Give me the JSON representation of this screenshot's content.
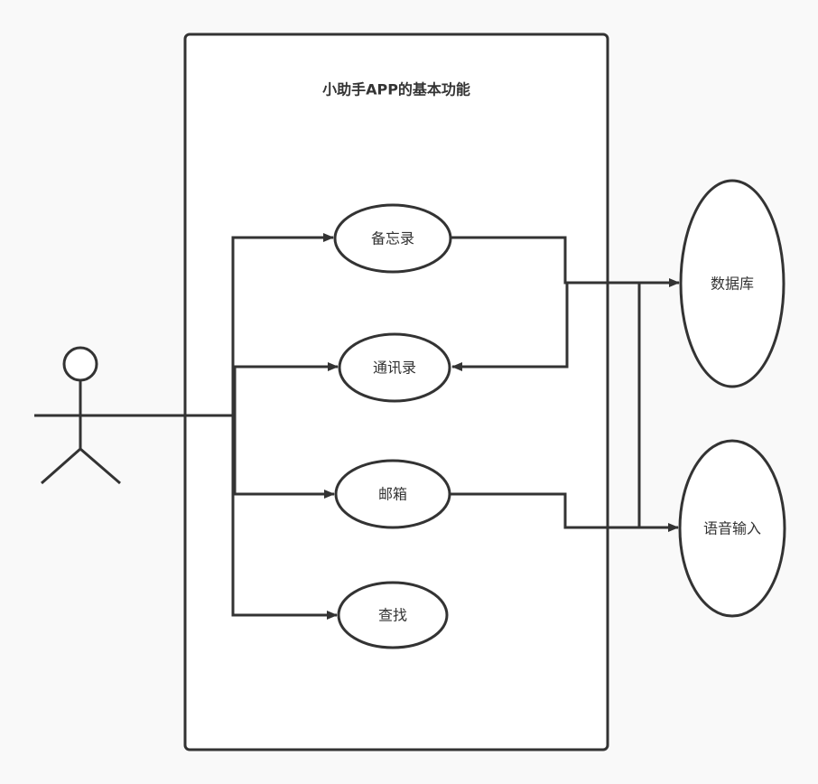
{
  "diagram": {
    "type": "uml-use-case",
    "system_boundary": {
      "title": "小助手APP的基本功能"
    },
    "actor": {
      "label": ""
    },
    "use_cases": [
      {
        "id": "memo",
        "label": "备忘录"
      },
      {
        "id": "contacts",
        "label": "通讯录"
      },
      {
        "id": "mailbox",
        "label": "邮箱"
      },
      {
        "id": "search",
        "label": "查找"
      }
    ],
    "external_systems": [
      {
        "id": "database",
        "label": "数据库"
      },
      {
        "id": "voice_input",
        "label": "语音输入"
      }
    ],
    "connections": [
      {
        "from": "actor",
        "to": "memo",
        "arrow": "end"
      },
      {
        "from": "actor",
        "to": "contacts",
        "arrow": "end"
      },
      {
        "from": "actor",
        "to": "mailbox",
        "arrow": "end"
      },
      {
        "from": "actor",
        "to": "search",
        "arrow": "end"
      },
      {
        "from": "memo",
        "to": "database",
        "arrow": "end"
      },
      {
        "from": "database",
        "to": "contacts",
        "arrow": "end"
      },
      {
        "from": "mailbox",
        "to": "voice_input",
        "arrow": "end"
      },
      {
        "from": "database",
        "to": "voice_input",
        "arrow": "none"
      }
    ],
    "colors": {
      "stroke": "#333333",
      "background": "#f9f9f9",
      "fill": "#ffffff"
    }
  }
}
